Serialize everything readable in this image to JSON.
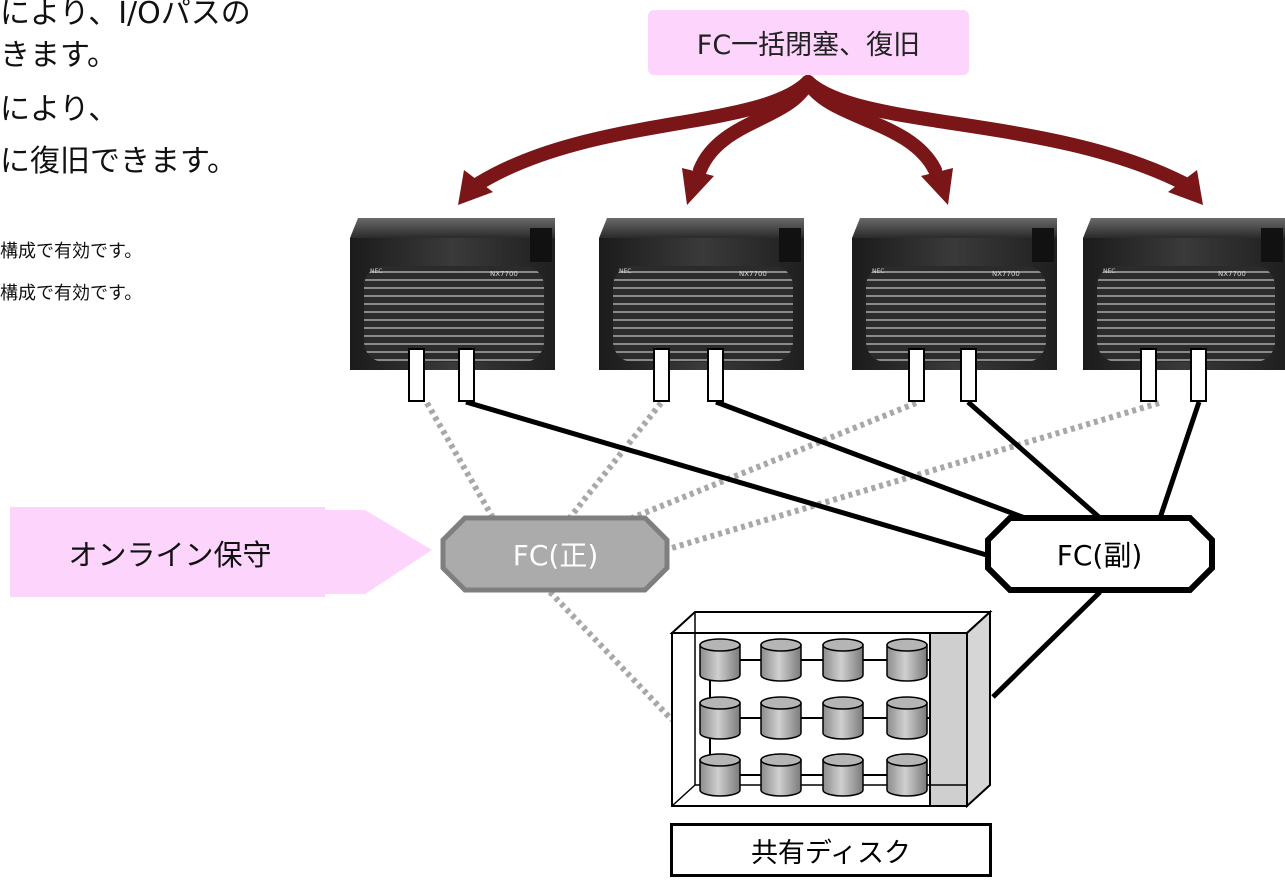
{
  "intro_text": {
    "line1": "により、I/Oパスの",
    "line2": "きます。",
    "line3": "により、",
    "line4": "に復旧できます。"
  },
  "notes": {
    "line1": "構成で有効です。",
    "line2": "構成で有効です。"
  },
  "top_action": "FC一括閉塞、復旧",
  "online_label": "オンライン保守",
  "fc_primary": "FC(正)",
  "fc_secondary": "FC(副)",
  "shared_disk": "共有ディスク",
  "server_badge": "NX7700",
  "server_logo": "NEC",
  "colors": {
    "arrow": "#7a1618",
    "pink": "#fcd4fc",
    "fc_primary_fill": "#ababab",
    "fc_primary_border": "#7f7f7f",
    "dotted": "#a8a8a8"
  },
  "servers": 4
}
